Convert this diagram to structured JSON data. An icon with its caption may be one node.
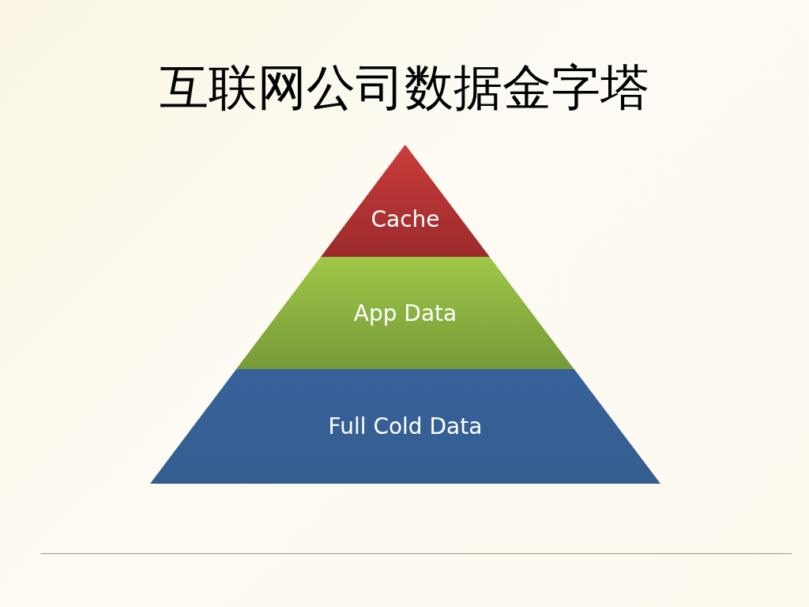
{
  "diagram": {
    "title": "互联网公司数据金字塔",
    "nodes": [
      {
        "text": [
          "Cache"
        ]
      },
      {
        "text": [
          "App Data"
        ]
      },
      {
        "text": [
          "Full Cold Data"
        ]
      }
    ]
  }
}
